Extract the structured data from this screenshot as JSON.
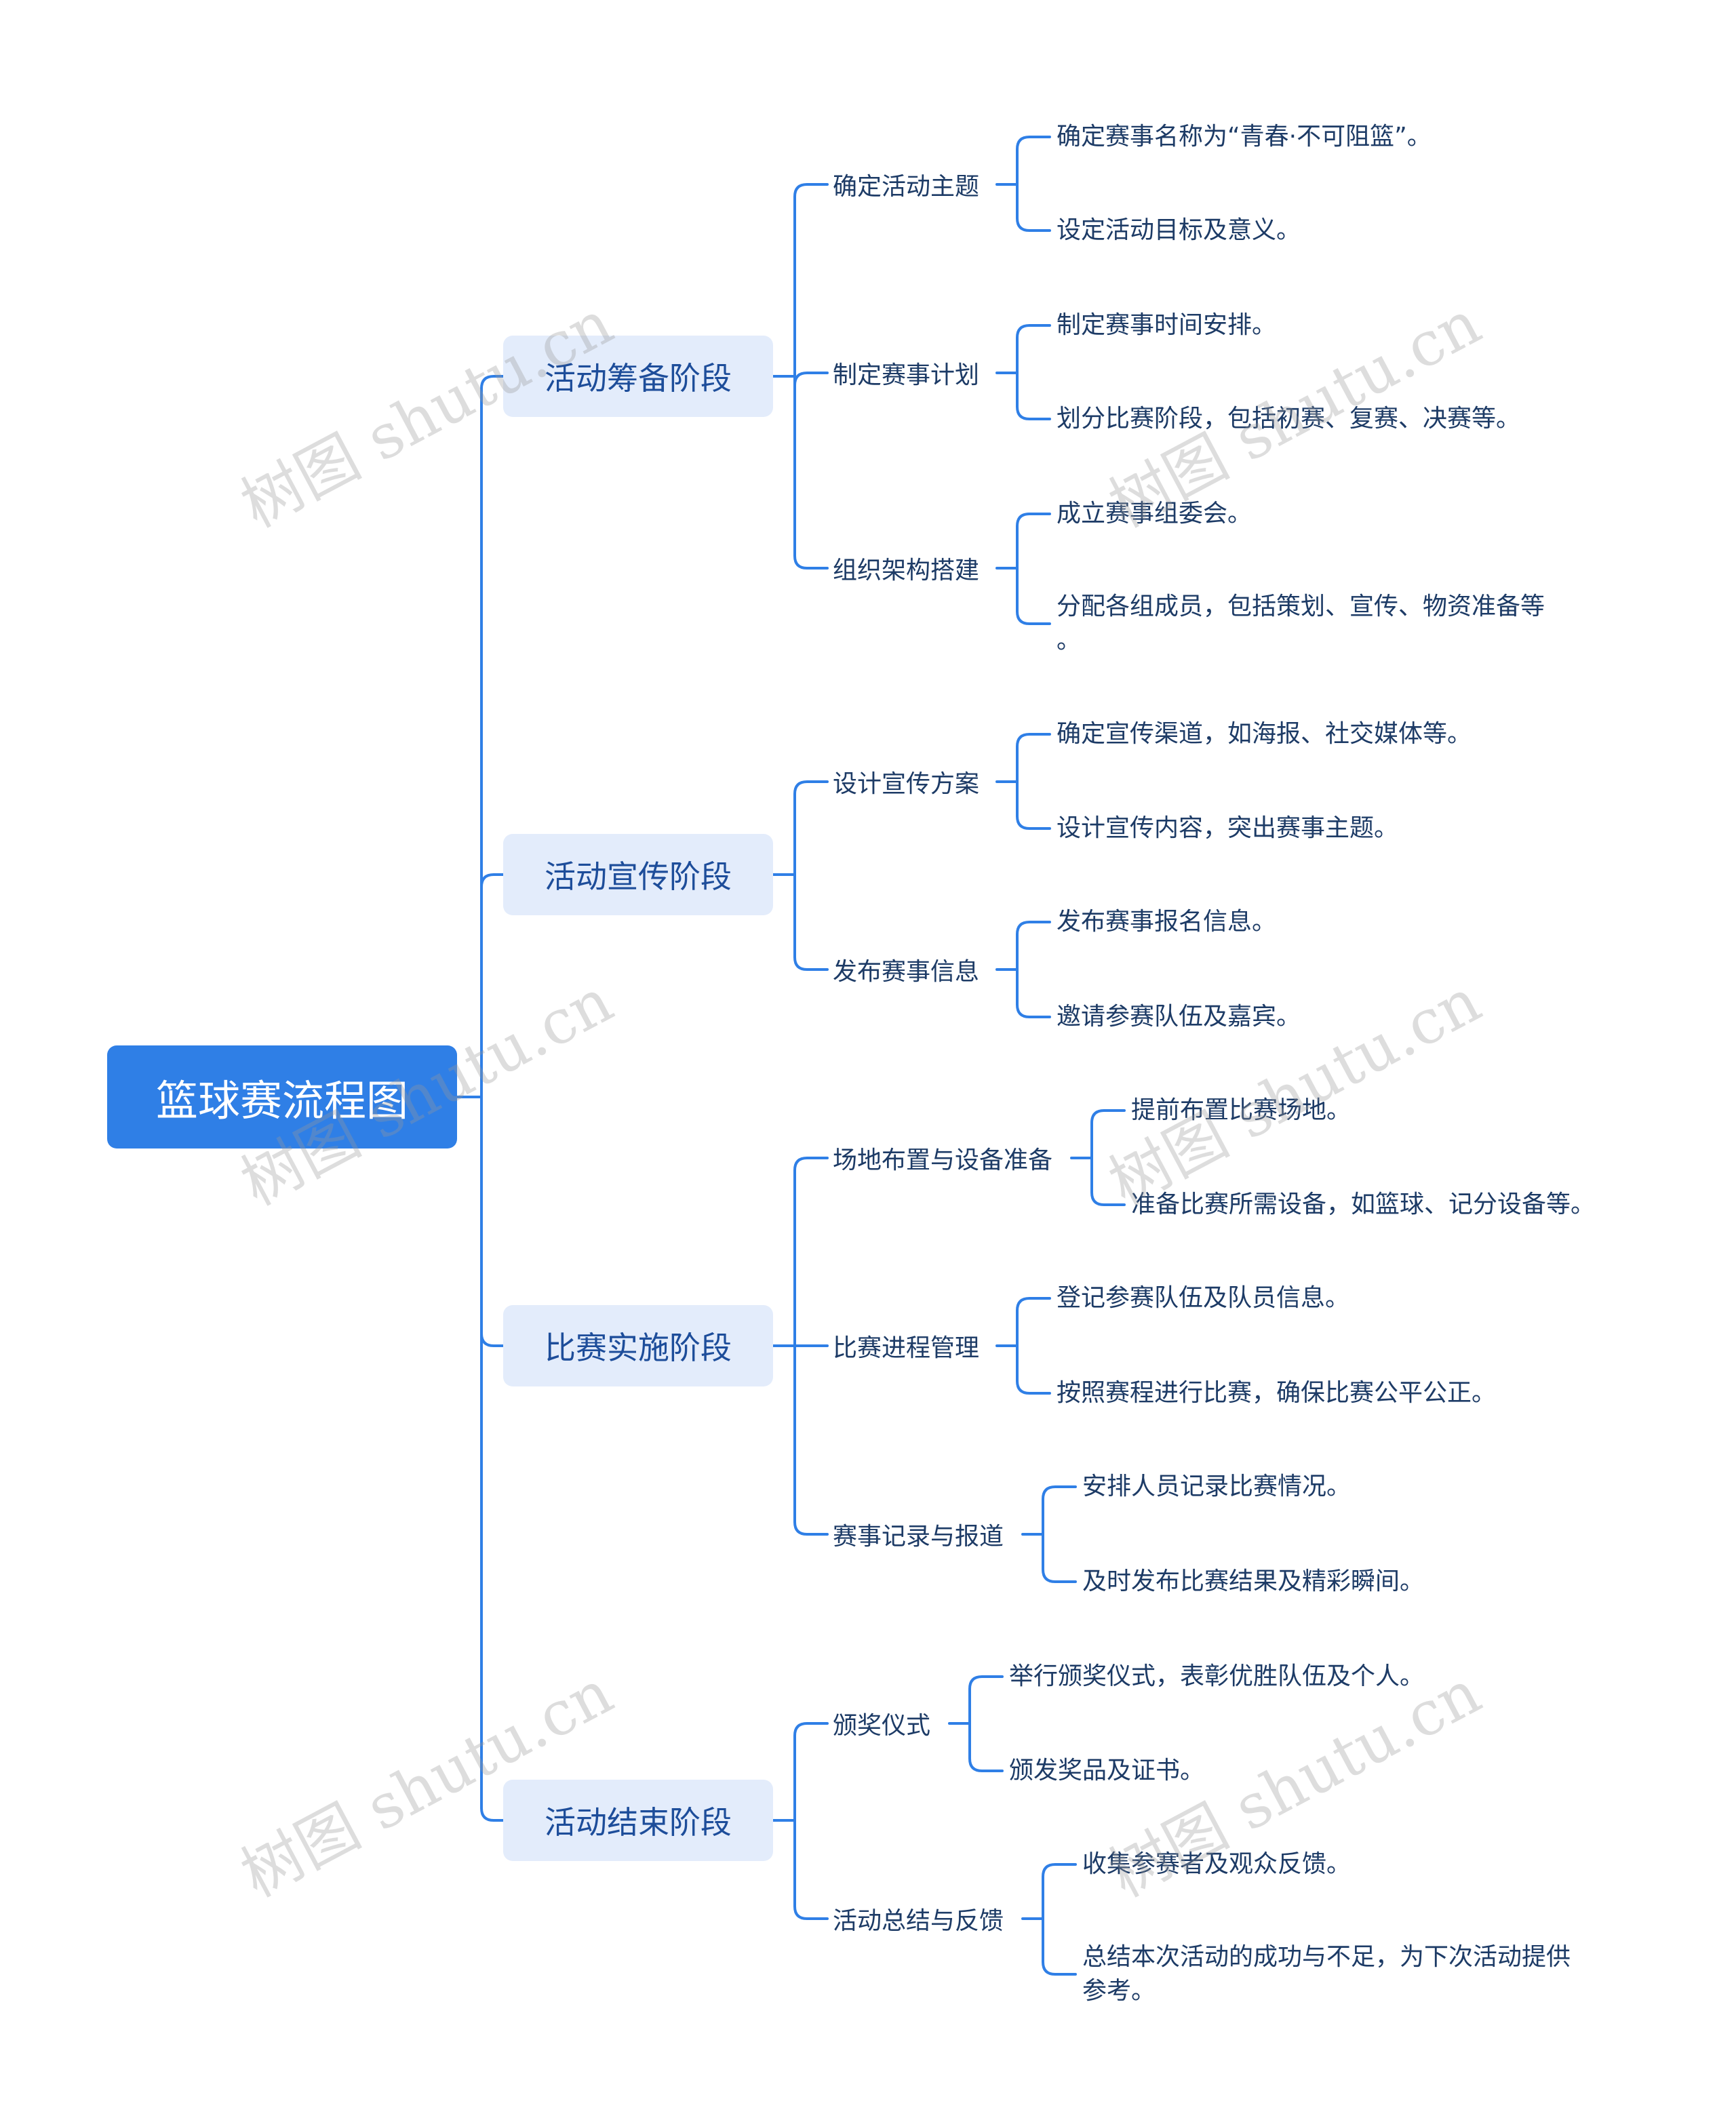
{
  "colors": {
    "root_bg": "#2f7fe6",
    "stage_bg": "#e3ecfb",
    "connector": "#2f7fe6",
    "text": "#1d3b66"
  },
  "root": {
    "label": "篮球赛流程图"
  },
  "watermark": "树图 shutu.cn",
  "stages": [
    {
      "label": "活动筹备阶段",
      "children": [
        {
          "label": "确定活动主题",
          "children": [
            "确定赛事名称为“青春·不可阻篮”。",
            "设定活动目标及意义。"
          ]
        },
        {
          "label": "制定赛事计划",
          "children": [
            "制定赛事时间安排。",
            "划分比赛阶段，包括初赛、复赛、决赛等。"
          ]
        },
        {
          "label": "组织架构搭建",
          "children": [
            "成立赛事组委会。",
            "分配各组成员，包括策划、宣传、物资准备等\n。"
          ]
        }
      ]
    },
    {
      "label": "活动宣传阶段",
      "children": [
        {
          "label": "设计宣传方案",
          "children": [
            "确定宣传渠道，如海报、社交媒体等。",
            "设计宣传内容，突出赛事主题。"
          ]
        },
        {
          "label": "发布赛事信息",
          "children": [
            "发布赛事报名信息。",
            "邀请参赛队伍及嘉宾。"
          ]
        }
      ]
    },
    {
      "label": "比赛实施阶段",
      "children": [
        {
          "label": "场地布置与设备准备",
          "children": [
            "提前布置比赛场地。",
            "准备比赛所需设备，如篮球、记分设备等。"
          ]
        },
        {
          "label": "比赛进程管理",
          "children": [
            "登记参赛队伍及队员信息。",
            "按照赛程进行比赛，确保比赛公平公正。"
          ]
        },
        {
          "label": "赛事记录与报道",
          "children": [
            "安排人员记录比赛情况。",
            "及时发布比赛结果及精彩瞬间。"
          ]
        }
      ]
    },
    {
      "label": "活动结束阶段",
      "children": [
        {
          "label": "颁奖仪式",
          "children": [
            "举行颁奖仪式，表彰优胜队伍及个人。",
            "颁发奖品及证书。"
          ]
        },
        {
          "label": "活动总结与反馈",
          "children": [
            "收集参赛者及观众反馈。",
            "总结本次活动的成功与不足，为下次活动提供\n参考。"
          ]
        }
      ]
    }
  ]
}
